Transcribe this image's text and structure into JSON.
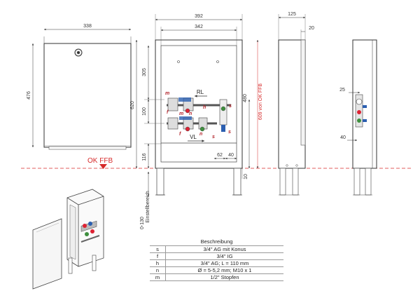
{
  "colors": {
    "line": "#444444",
    "dim": "#2a2a2a",
    "ok_ffb": "#d62a2a",
    "mark": "#b3262d",
    "blue": "#2c5fb0",
    "green": "#3e8f3e"
  },
  "front_view": {
    "width": "338",
    "height": "476"
  },
  "open_view": {
    "outer_width": "392",
    "inner_width": "342",
    "dim_305": "305",
    "dim_620": "620",
    "dim_100": "100",
    "dim_116": "116",
    "dim_480": "480",
    "dim_609_label": "609 von OK FFB",
    "dim_62": "62",
    "dim_40": "40",
    "dim_10": "10",
    "adjust_range": "0-130",
    "adjust_label": "Einstellbereich",
    "rl_label": "RL",
    "vl_label": "VL"
  },
  "side_view": {
    "depth": "125",
    "door_depth": "20"
  },
  "section_view": {
    "dim_25": "25",
    "dim_40": "40"
  },
  "ok_ffb_label": "OK FFB",
  "marks": {
    "m": "m",
    "f": "f",
    "h": "h",
    "n": "n",
    "s": "s"
  },
  "legend": {
    "title": "Beschreibung",
    "rows": [
      {
        "key": "s",
        "value": "3/4\" AG mit Konus"
      },
      {
        "key": "f",
        "value": "3/4\" IG"
      },
      {
        "key": "h",
        "value": "3/4\" AG; L = 110 mm"
      },
      {
        "key": "n",
        "value": "Ø = 5-5,2 mm; M10 x 1"
      },
      {
        "key": "m",
        "value": "1/2\" Stopfen"
      }
    ]
  }
}
